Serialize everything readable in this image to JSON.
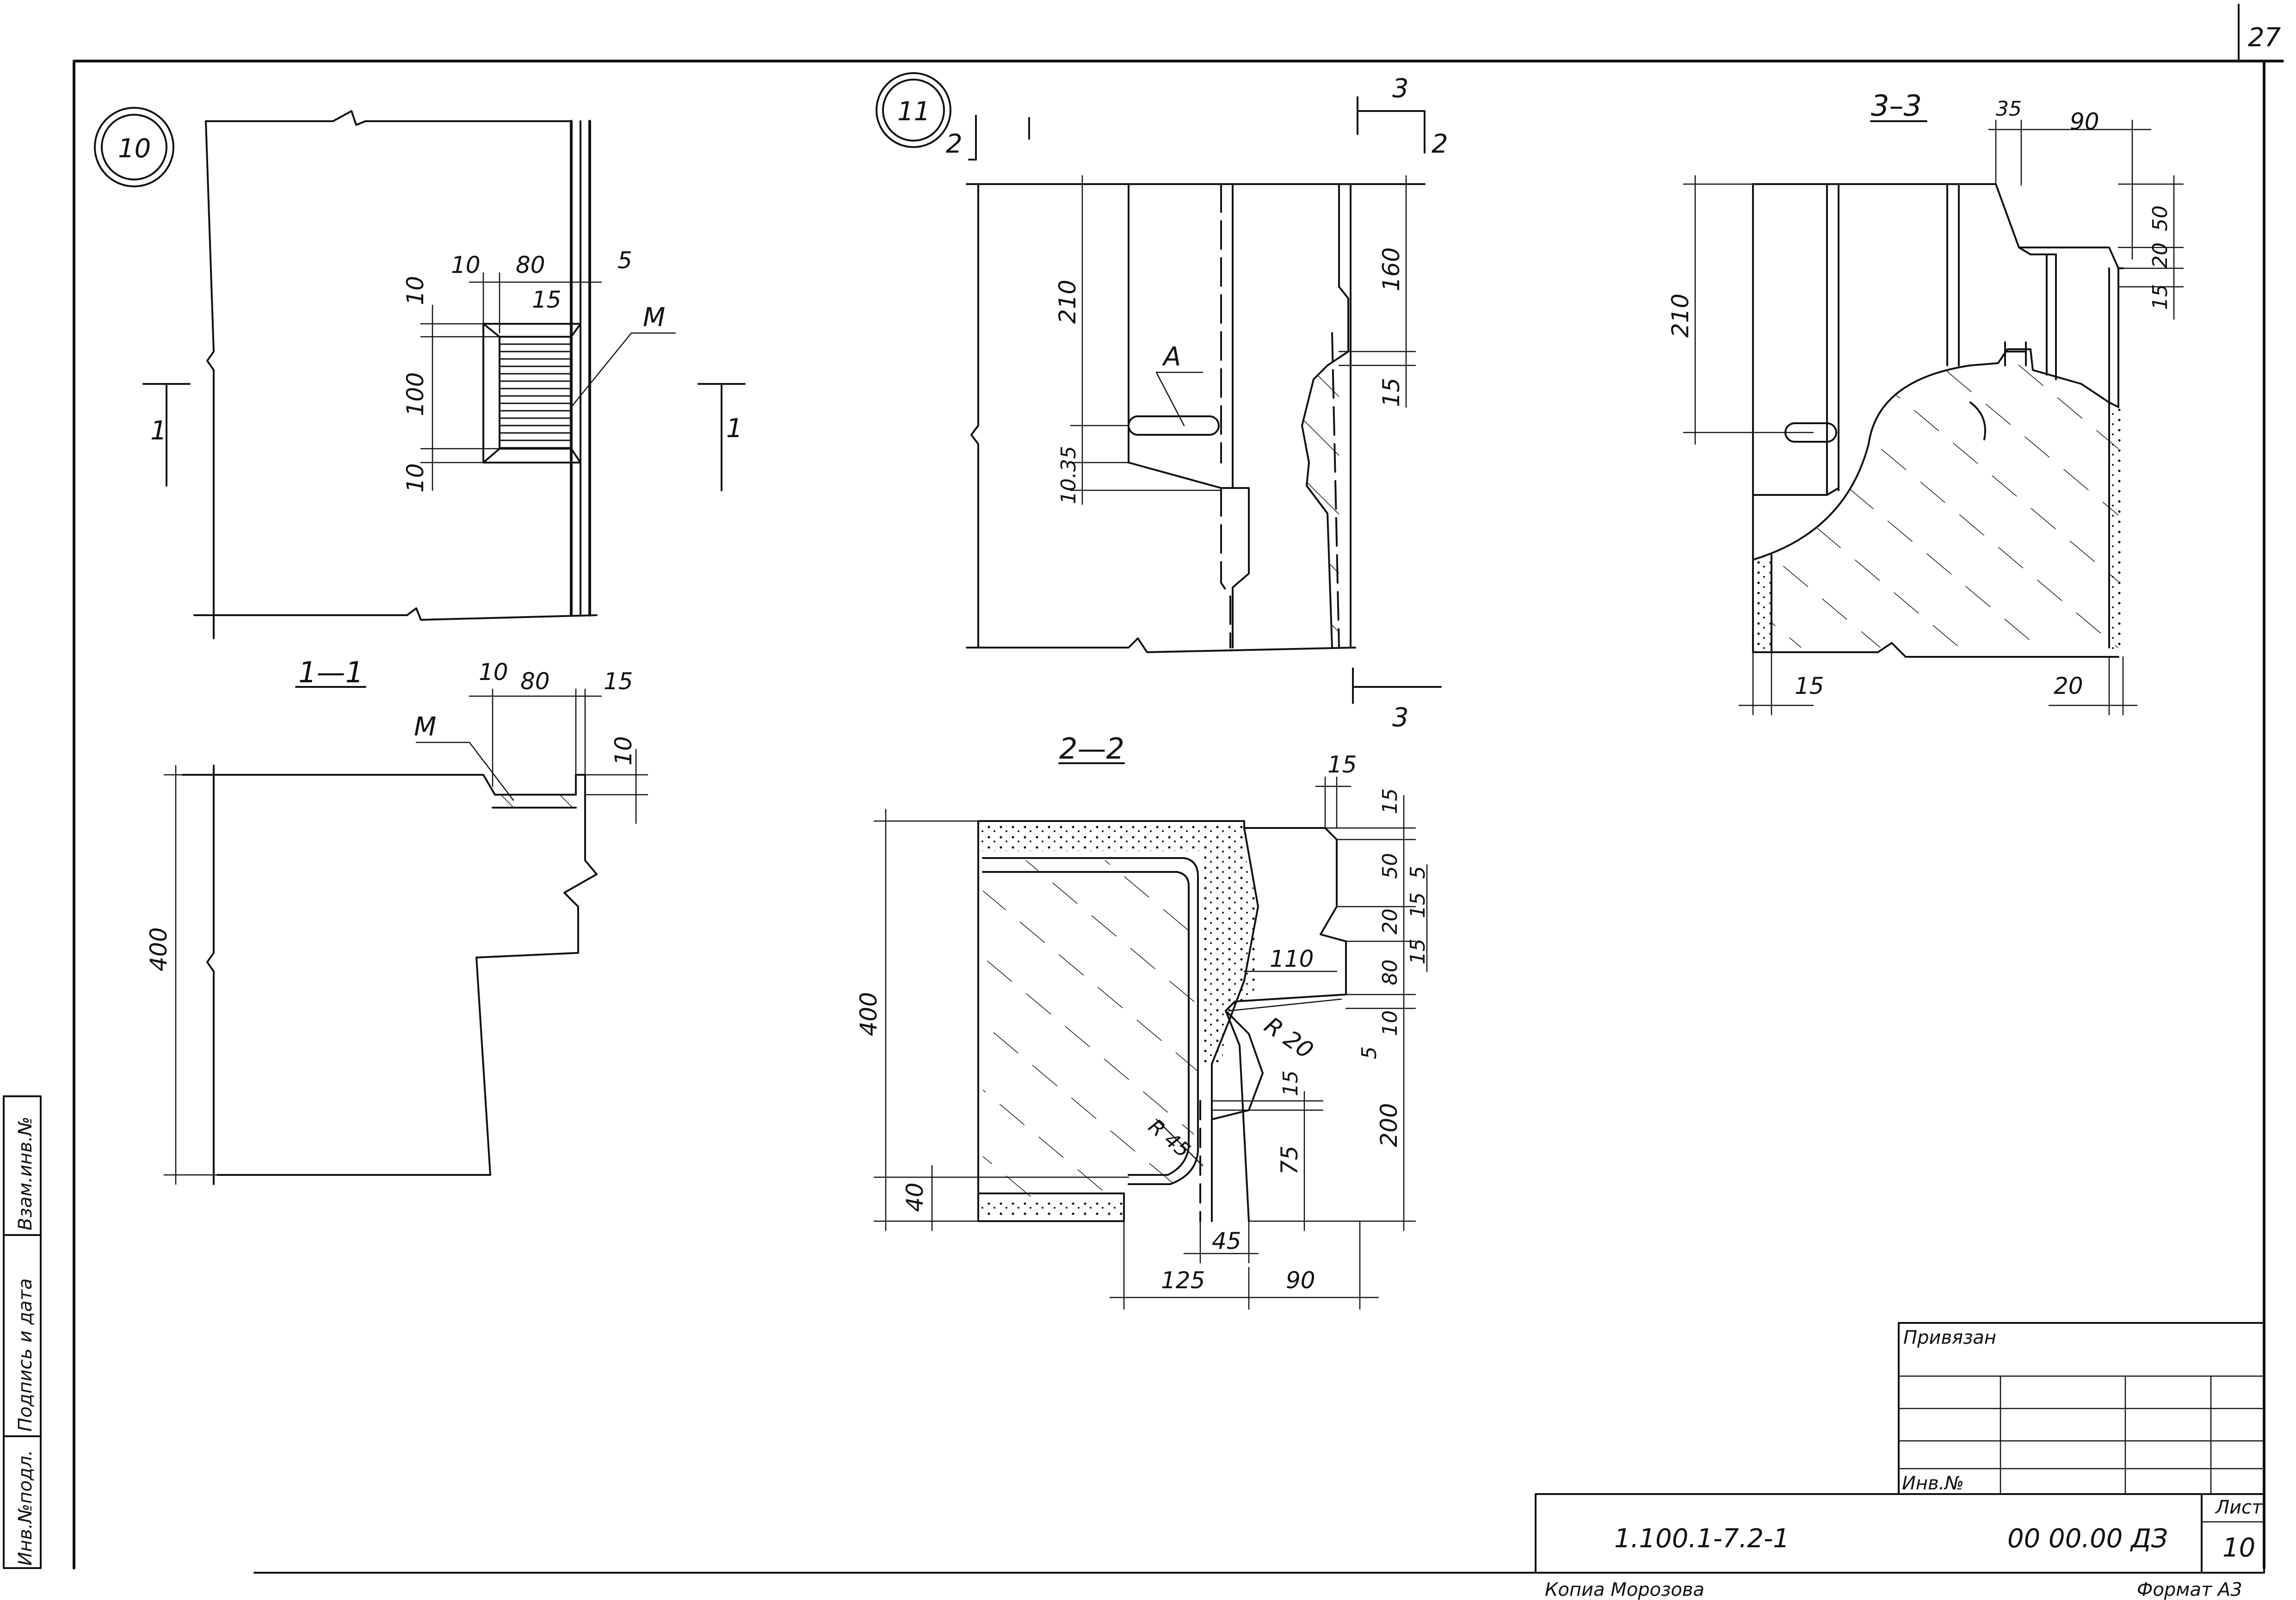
{
  "sheet": {
    "page_number": "27",
    "note_binding": "Привязан",
    "inv_no_label": "Инв.№",
    "doc_code": "1.100.1-7.2-1",
    "doc_mark": "00 00.00 ДЗ",
    "list_label": "Лист",
    "list_number": "10",
    "copied_by": "Копиа  Морозова",
    "format": "Формат А3"
  },
  "left_strip": {
    "inv_podl": "Инв.№подл.",
    "sign_date": "Подпись и дата",
    "vzam_inv": "Взам.инв.№"
  },
  "detail_10": {
    "callout": "10",
    "dims": {
      "d10a": "10",
      "d80": "80",
      "d5": "5",
      "d15": "15",
      "d10b": "10",
      "d100": "100",
      "d10c": "10"
    },
    "material_label": "М",
    "section_mark": "1"
  },
  "section_1_1": {
    "title": "1—1",
    "material_label": "М",
    "dims": {
      "d10": "10",
      "d80": "80",
      "d15": "15",
      "d10v": "10",
      "d400": "400"
    }
  },
  "detail_11": {
    "callout": "11",
    "section_mark_2": "2",
    "section_mark_3": "3",
    "label_a": "А",
    "dims": {
      "d210": "210",
      "d160": "160",
      "d15": "15",
      "d10_35": "10.35"
    }
  },
  "section_2_2": {
    "title": "2—2",
    "dims": {
      "d15a": "15",
      "d15b": "15",
      "d50": "50",
      "d5a": "5",
      "d20": "20",
      "d15c": "15",
      "d15d": "15",
      "d110": "110",
      "d80": "80",
      "d10": "10",
      "d5b": "5",
      "r20": "R 20",
      "d15e": "15",
      "d400": "400",
      "r45": "R 45",
      "d75": "75",
      "d200": "200",
      "d40": "40",
      "d45": "45",
      "d125": "125",
      "d90": "90"
    }
  },
  "section_3_3": {
    "title": "3–3",
    "dims": {
      "d35": "35",
      "d90": "90",
      "d50": "50",
      "d20a": "20",
      "d15a": "15",
      "d210": "210",
      "d15b": "15",
      "d20b": "20"
    }
  }
}
